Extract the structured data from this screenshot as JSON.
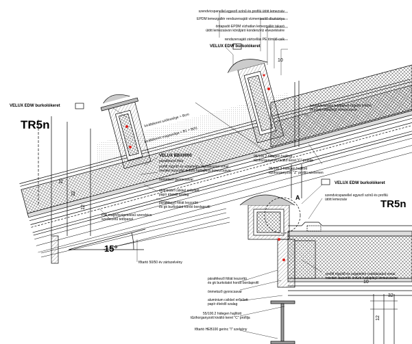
{
  "section_top": {
    "title": "TR5n",
    "angle": "15°",
    "callouts": {
      "panel_cover": "szendvicspanellel egyező színű és profilú ütött lemezsáv",
      "epdm_seal": "EPDM lemezgallér rendszersajáti vízmentesítő díszkártya",
      "epdm_cover": "öntapadó EPDM vízhatlan lemezgallér takaró",
      "epdm_cover2": "ütött lemezsávon körüljáró kondenzvíz elvezetésére",
      "pe_strip": "rendszersajáti zártcellás PE tömítő csík",
      "velux_edw_upper": "VELUX EDW burkolókeret",
      "velux_edw_left": "VELUX EDW burkolókeret",
      "velux_bbx": "VELUX BBX0000",
      "vapor_foil": "párafékező fólia",
      "profile_frame": "profilt rögzítő és szigetelés csatlakozást vonal",
      "profile_frame2": "mentén leszorító önfúró hatlapfejű lemezcsavar",
      "self_screw": "önmetsző gyorscsavar",
      "alu_rivet": "aluminium csikkel erősített",
      "paper_tape": "papír élvédő szalag",
      "bracket_clamp": "párafékező fóliát leszorító",
      "bracket_clamp2": "és gk burkolatot hordó bordaprofil",
      "pir_panel": "PIR maghőszigetelésű szendvics",
      "pir_panel2": "szerkezetű tetőpanel",
      "bottom_girder": "főtartó 50/50 év zártszelvény",
      "galv_c": "95/100.2 hidegen hajlított",
      "galv_c2": "tűzihorganyzott kiváltó keret \"C\" profilja",
      "galv_z": "95/100.2 hidegen hajlított",
      "galv_z2": "tűzihorganyzott \"Z\" profilú szelemen",
      "right_screw": "szendvicspanel tetőpanelt rögzítő önfúró",
      "right_screw2": "tömített hatlapfejű lemezcsavar",
      "dim_upper": "kiváltókeret szélessége = Bcm",
      "dim_lower": "kiváltókeret magassága = B1 + B(h)",
      "dim_10a": "10",
      "dim_10b": "10",
      "dim_32": "32",
      "dim_12": "12"
    }
  },
  "section_bottom": {
    "title": "TR5n",
    "detail_mark": "A",
    "callouts": {
      "velux_edw": "VELUX EDW burkolókeret",
      "panel_cover": "szendvicspanellel egyező színű és profilú",
      "panel_cover2": "ütött lemezsáv",
      "profile_frame": "profilt rögzítő és szigetelés csatlakozást vonal",
      "profile_frame2": "mentén leszorító önfúró hatlapfejű lemezcsavar",
      "bracket_clamp": "párafékező fóliát leszorító",
      "bracket_clamp2": "és gk burkolatot hordó bordaprofil",
      "self_screw": "önmetsző gyorscsavar",
      "alu_rivet": "aluminium csikkel erősített",
      "paper_tape": "papír élvédő szalag",
      "galv_c": "55/100.2 hidegen hajlított",
      "galv_c2": "tűzihorganyzott kiváltó keret \"C\" profilja",
      "heb_girder": "főtartó HEB100 gerinc \"I\" szelvény",
      "dim_10": "10",
      "dim_12": "12",
      "dim_32": "32"
    }
  },
  "colors": {
    "ink": "#000000",
    "accent_red": "#e0201b",
    "insulation_fill": "#dcdcdc",
    "hatch": "#555555"
  }
}
